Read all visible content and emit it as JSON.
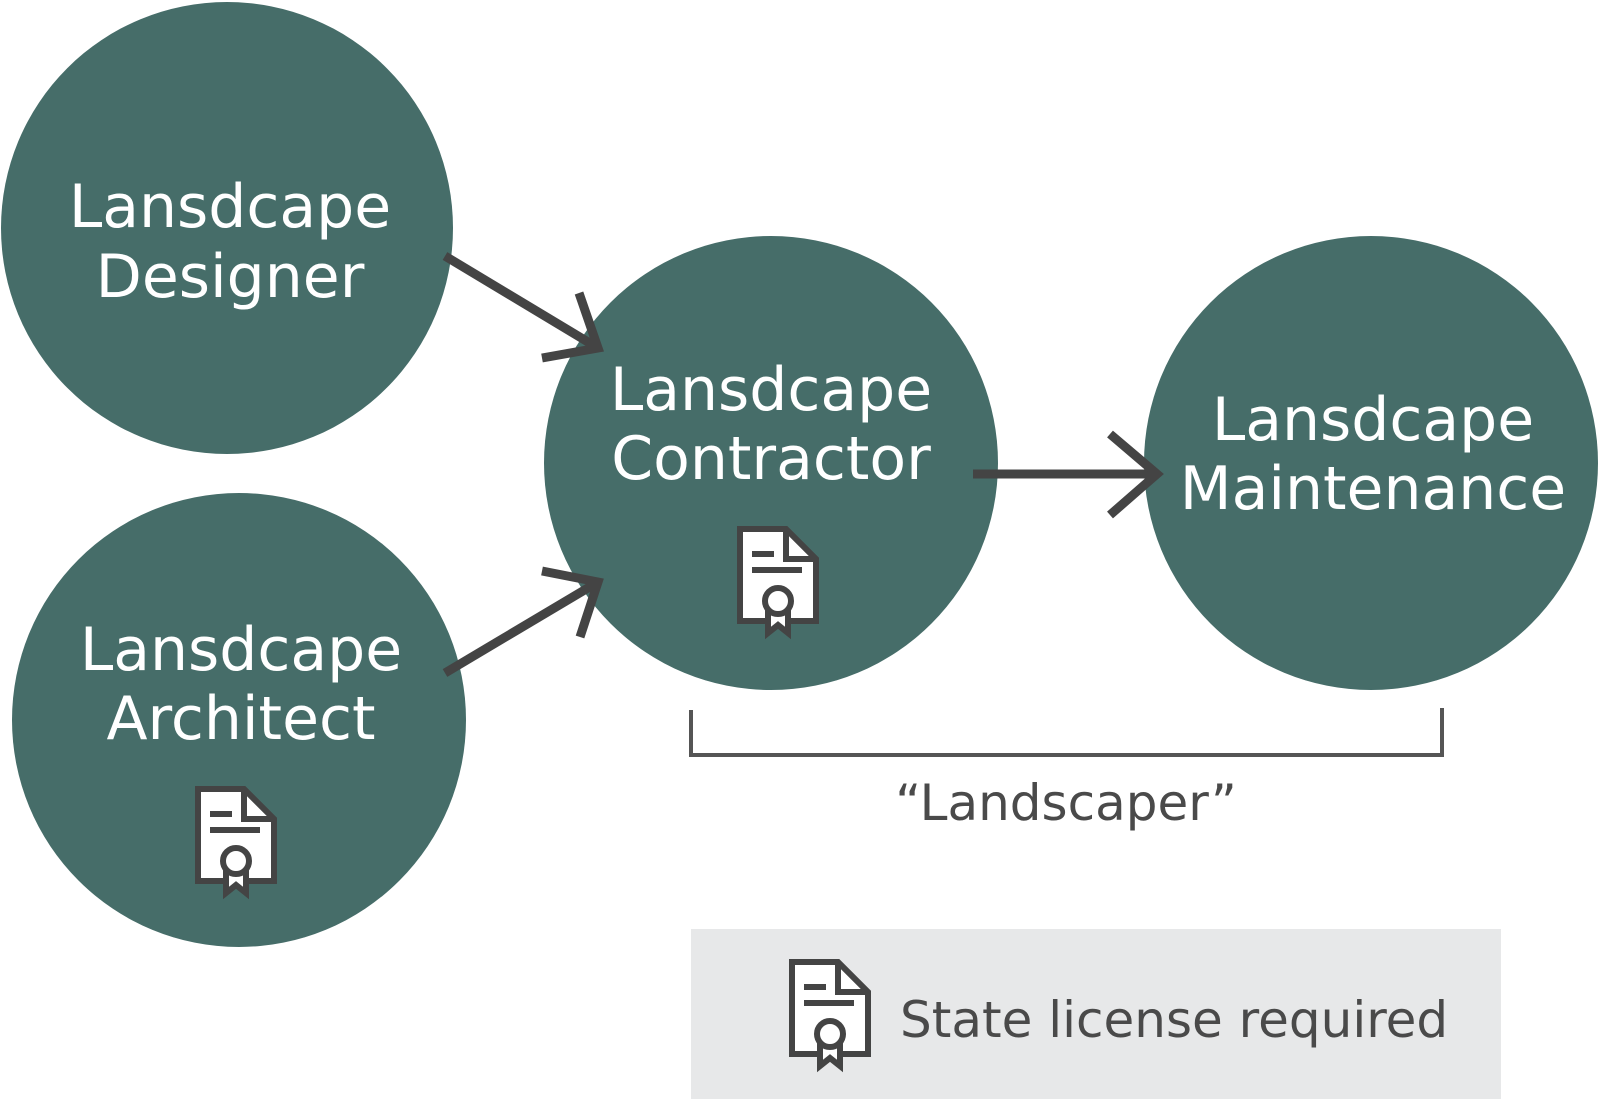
{
  "colors": {
    "node_fill": "#466d69",
    "arrow": "#444444",
    "bracket": "#555555",
    "legend_bg": "#e7e8e9",
    "icon_stroke": "#444444",
    "text_light": "#ffffff",
    "text_dark": "#4a4a4a"
  },
  "nodes": {
    "designer": {
      "line1": "Lansdcape",
      "line2": "Designer",
      "licensed": false
    },
    "architect": {
      "line1": "Lansdcape",
      "line2": "Architect",
      "licensed": true
    },
    "contractor": {
      "line1": "Lansdcape",
      "line2": "Contractor",
      "licensed": true
    },
    "maintenance": {
      "line1": "Lansdcape",
      "line2": "Maintenance",
      "licensed": false
    }
  },
  "edges": [
    {
      "from": "Lansdcape Designer",
      "to": "Lansdcape Contractor"
    },
    {
      "from": "Lansdcape Architect",
      "to": "Lansdcape Contractor"
    },
    {
      "from": "Lansdcape Contractor",
      "to": "Lansdcape Maintenance"
    }
  ],
  "group": {
    "label": "“Landscaper”",
    "members": [
      "Lansdcape Contractor",
      "Lansdcape Maintenance"
    ]
  },
  "legend": {
    "icon": "license-certificate-icon",
    "label": "State license required"
  }
}
